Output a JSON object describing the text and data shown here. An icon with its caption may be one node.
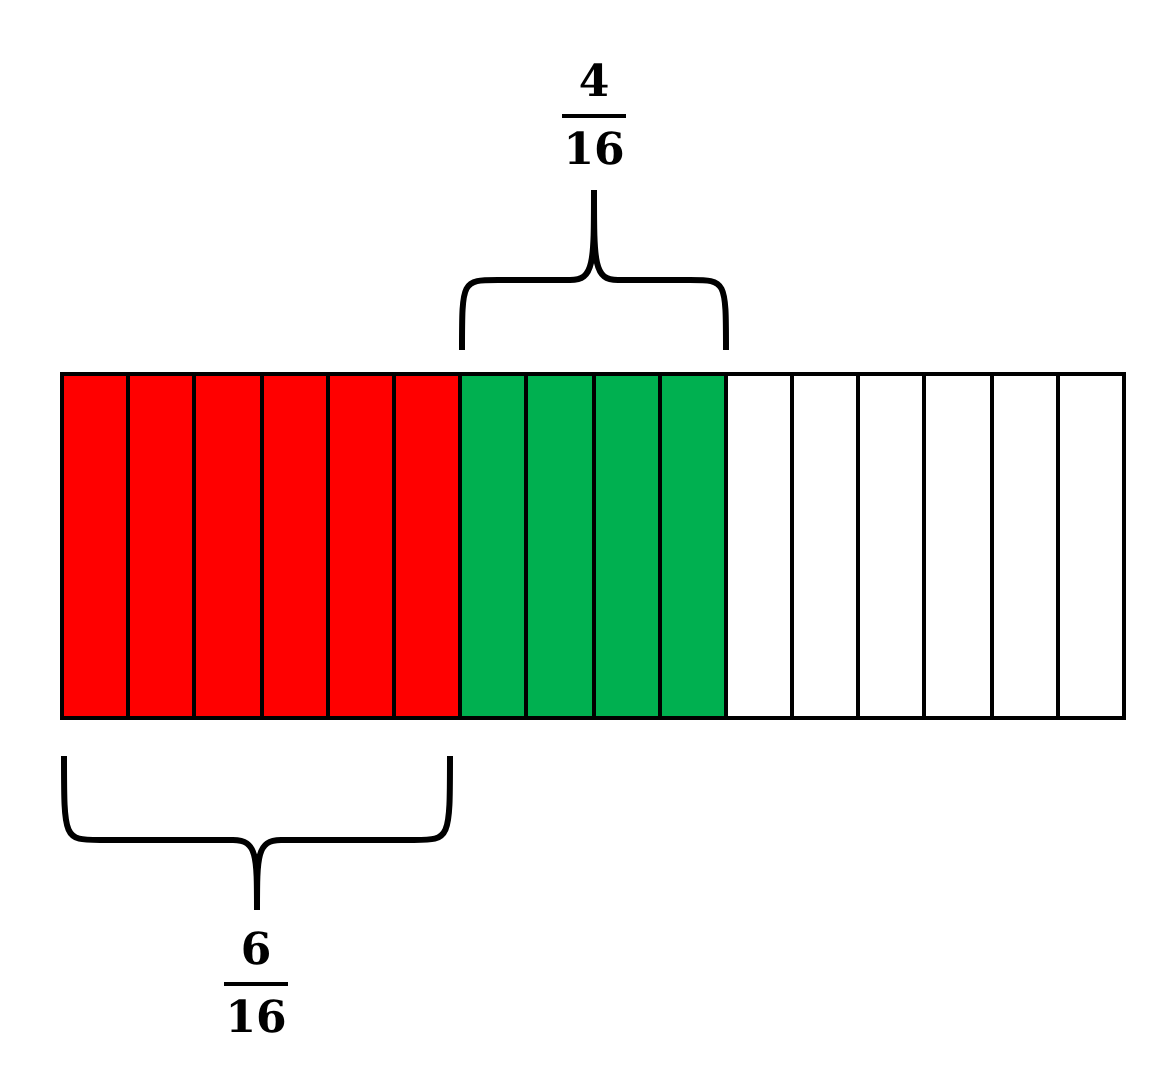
{
  "diagram": {
    "labels": [
      "4",
      "16",
      "6",
      "16"
    ]
  }
}
